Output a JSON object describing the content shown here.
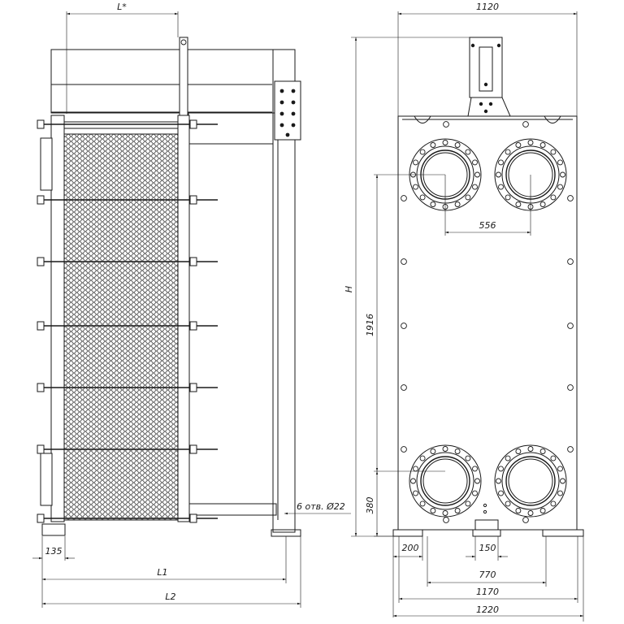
{
  "labels": {
    "l_star": "L*",
    "width_top": "1120",
    "h": "H",
    "d1916": "1916",
    "d556": "556",
    "d380": "380",
    "holes": "6 отв. Ø22",
    "d135": "135",
    "l1": "L1",
    "l2": "L2",
    "d200": "200",
    "d150": "150",
    "d770": "770",
    "d1170": "1170",
    "d1220": "1220"
  }
}
